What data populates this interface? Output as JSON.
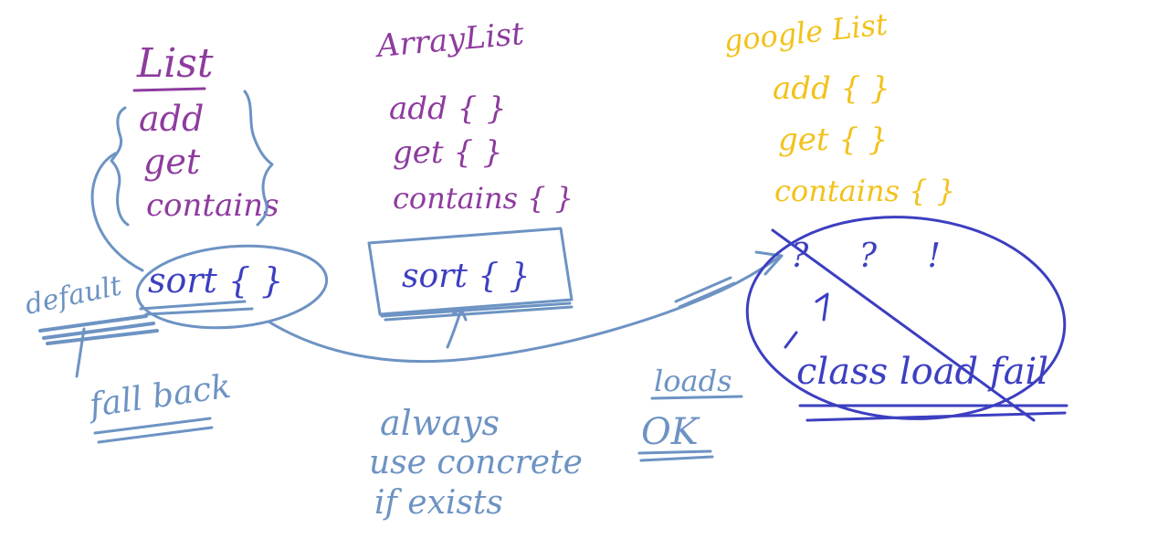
{
  "colors": {
    "purple": "#8e3b9e",
    "steel_blue": "#6d93c3",
    "royal_blue": "#3c3fc0",
    "gold": "#f2c21b"
  },
  "list_interface": {
    "title": "List",
    "methods": [
      "add",
      "get",
      "contains"
    ],
    "sort_label": "sort { }"
  },
  "array_list": {
    "title": "ArrayList",
    "methods": [
      "add { }",
      "get { }",
      "contains { }"
    ],
    "sort_label": "sort { }"
  },
  "google_list": {
    "title": "google List",
    "methods": [
      "add { }",
      "get { }",
      "contains { }"
    ],
    "marks": "? ? !",
    "fail_label": "class load fail"
  },
  "annotations": {
    "default": "default",
    "fallback": "fall back",
    "always": [
      "always",
      "use concrete",
      "if exists"
    ],
    "loads_ok": [
      "loads",
      "OK"
    ]
  }
}
